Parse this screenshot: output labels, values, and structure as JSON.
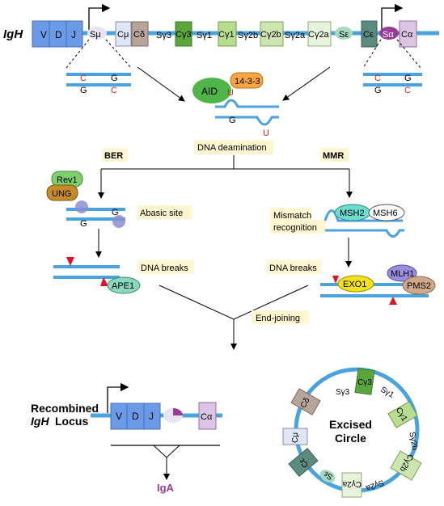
{
  "locus": {
    "label": "IgH",
    "segments": {
      "v": "V",
      "d": "D",
      "j": "J",
      "s_mu": "Sμ",
      "c_mu": "Cμ",
      "c_delta": "Cδ",
      "s_g3": "Sγ3",
      "c_g3": "Cγ3",
      "s_g1": "Sγ1",
      "c_g1": "Cγ1",
      "s_g2b": "Sγ2b",
      "c_g2b": "Cγ2b",
      "s_g2a": "Sγ2a",
      "c_g2a": "Cγ2a",
      "s_eps": "Sε",
      "c_eps": "Cε",
      "s_alpha": "Sα",
      "c_alpha": "Cα"
    },
    "colors": {
      "vdj": "#6b9be8",
      "c_mu": "#dfe6f6",
      "c_delta": "#b7a59a",
      "c_g3": "#5aa63c",
      "c_g1": "#b8dd8e",
      "c_g2b": "#cde6b0",
      "c_g2a": "#e8f3dc",
      "s_eps": "#a7d9c0",
      "c_eps": "#5a8b7e",
      "s_alpha": "#9a3b96",
      "c_alpha": "#dcc4e4",
      "s_mu": "#e9e4f4",
      "backbone": "#4aa3df"
    }
  },
  "bubble": {
    "top": "C",
    "bottom": "G"
  },
  "aid": {
    "label": "AID",
    "partner": "14-3-3",
    "mark": "U"
  },
  "deamination": "DNA deamination",
  "ber": {
    "title": "BER",
    "rev1": "Rev1",
    "ung": "UNG",
    "abasic": "Abasic site",
    "breaks": "DNA breaks",
    "ape1": "APE1",
    "base": "G"
  },
  "mmr": {
    "title": "MMR",
    "msh2": "MSH2",
    "msh6": "MSH6",
    "mismatch": "Mismatch\nrecognition",
    "breaks": "DNA breaks",
    "mlh1": "MLH1",
    "exo1": "EXO1",
    "pms2": "PMS2"
  },
  "end_joining": "End-joining",
  "recombined": {
    "title": "Recombined",
    "title2": "IgH Locus",
    "v": "V",
    "d": "D",
    "j": "J",
    "c_alpha": "Cα",
    "product": "IgA"
  },
  "circle": {
    "title": "Excised\nCircle",
    "labels": [
      "Sγ3",
      "Cγ3",
      "Sγ1",
      "Cγ1",
      "Sγ2b",
      "Cγ2b",
      "Sγ2a",
      "Cγ2a",
      "Sε",
      "Cε",
      "Cμ",
      "Cδ"
    ]
  }
}
